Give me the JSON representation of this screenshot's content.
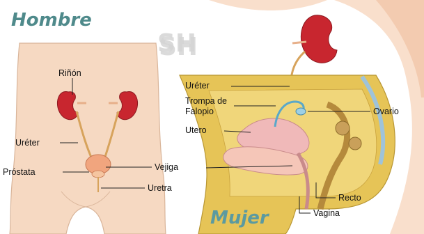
{
  "titles": {
    "male": "Hombre",
    "female": "Mujer",
    "watermark": "SH"
  },
  "labels": {
    "rinon": "Riñón",
    "ureter_male": "Uréter",
    "prostata": "Próstata",
    "vejiga": "Vejiga",
    "uretra": "Uretra",
    "ureter_female": "Uréter",
    "trompa_line1": "Trompa de",
    "trompa_line2": "Falopio",
    "ovario": "Ovario",
    "utero": "Utero",
    "recto": "Recto",
    "vagina": "Vagina"
  },
  "colors": {
    "title_male": "#4f8a8b",
    "title_female": "#5b9aa0",
    "skin": "#f6d9c2",
    "kidney": "#c8262f",
    "ureter": "#d7a35c",
    "bladder": "#f1a57e",
    "tissue_yellow": "#e6c457",
    "tissue_pink": "#f0b9b9"
  }
}
